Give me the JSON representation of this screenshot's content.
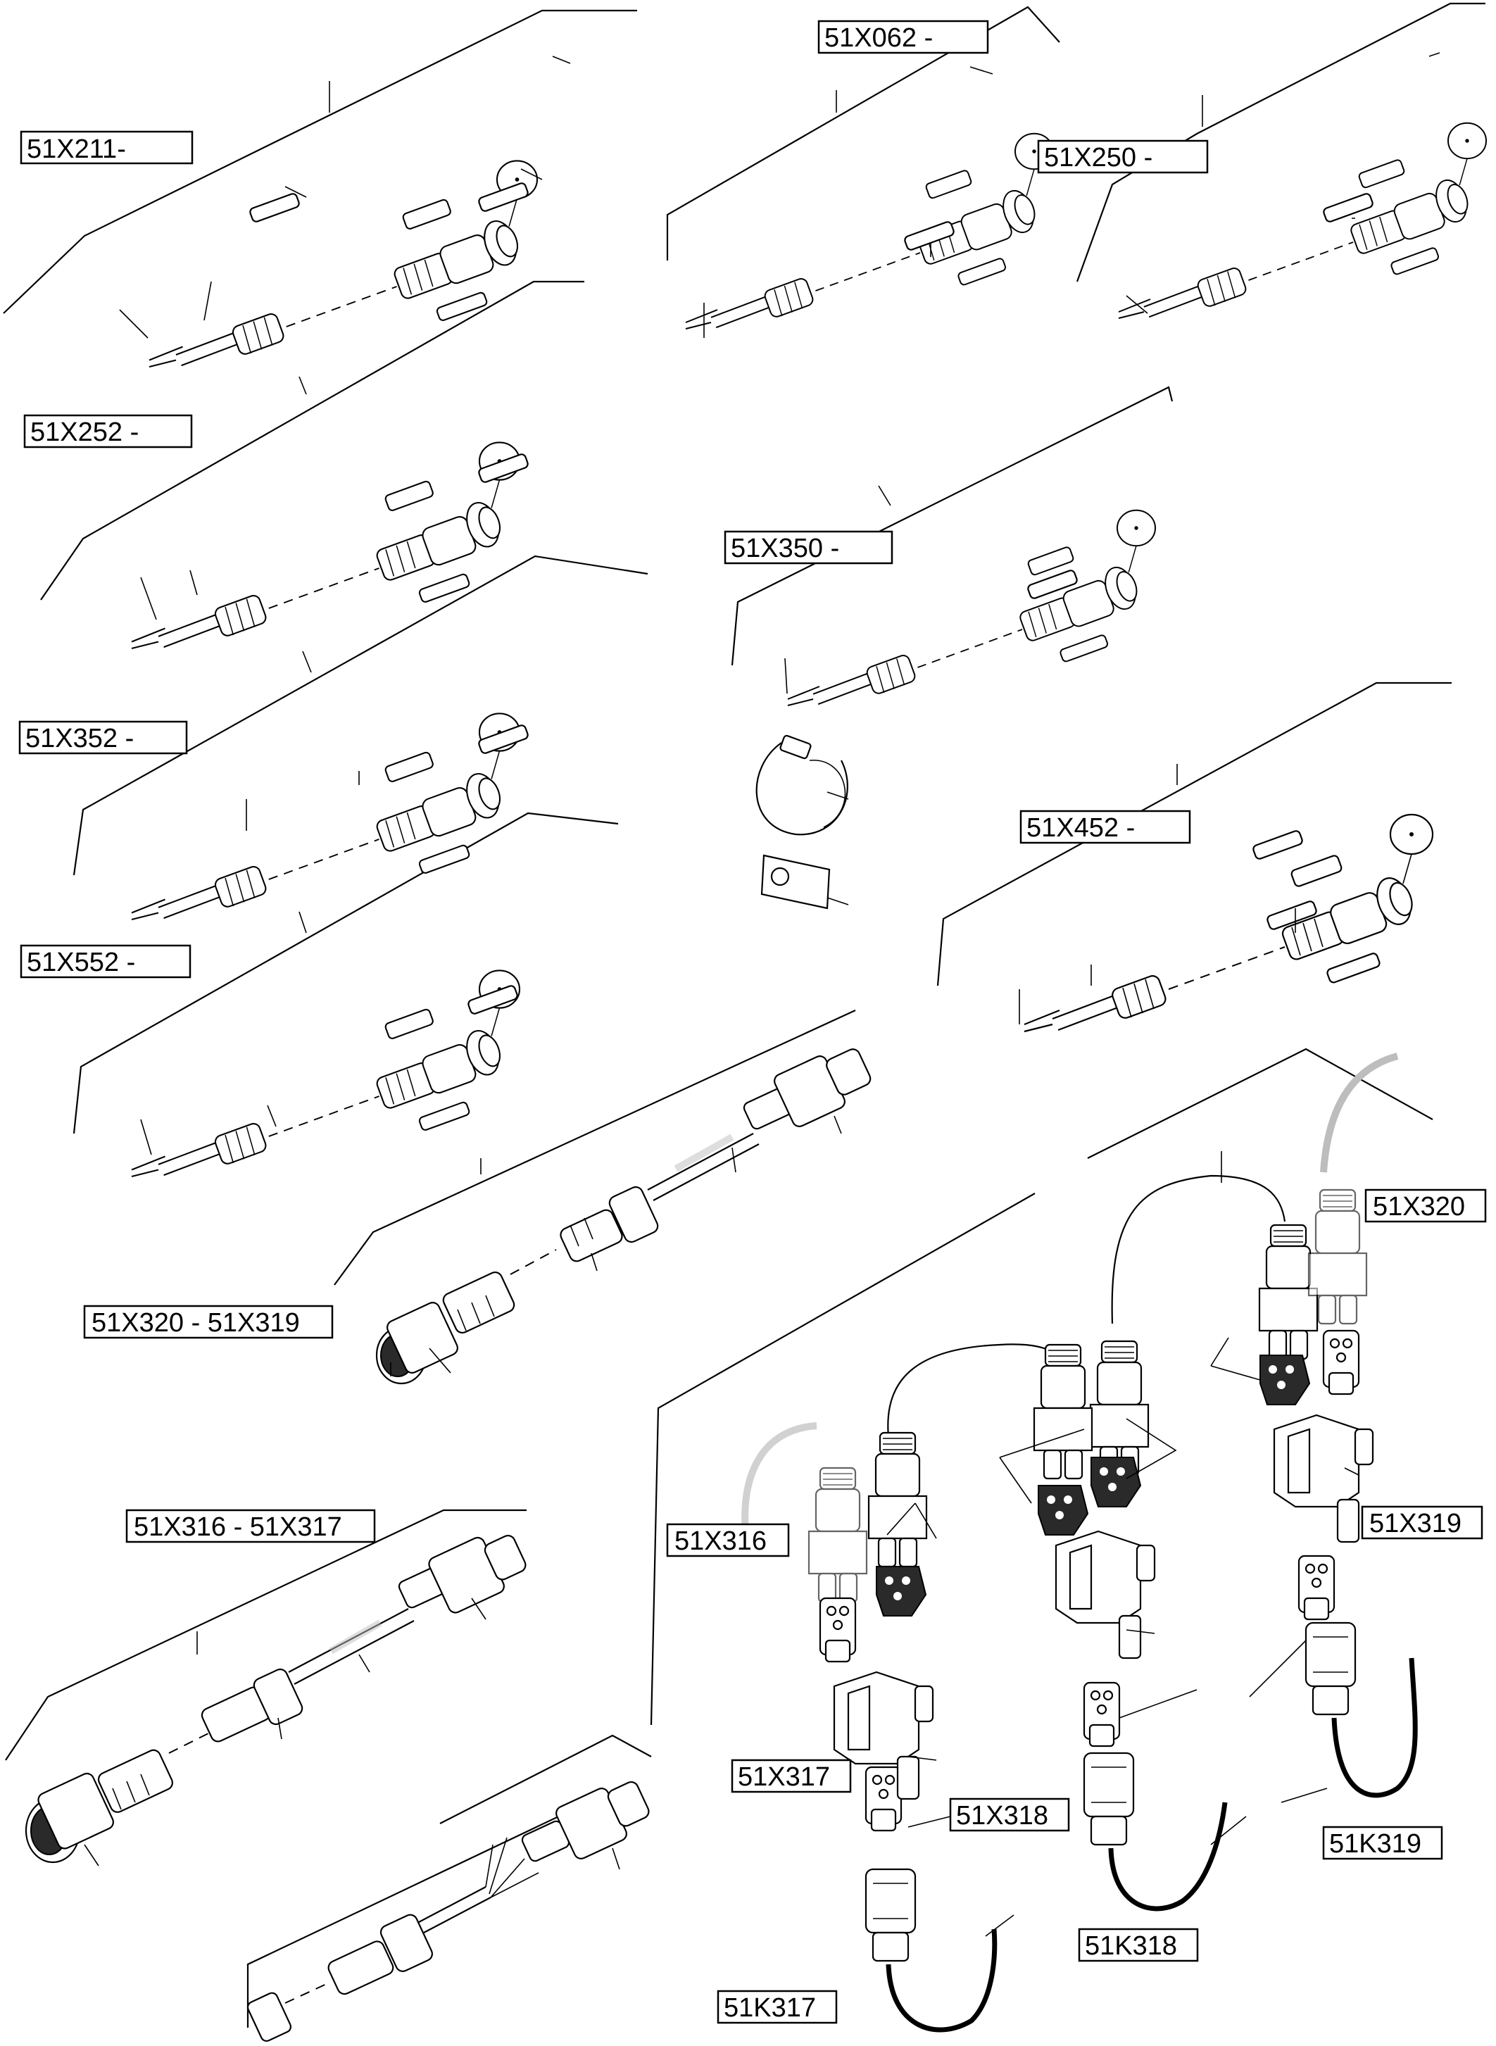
{
  "labels": [
    {
      "id": "l1",
      "text": "51X211-"
    },
    {
      "id": "l2",
      "text": "51X062 -"
    },
    {
      "id": "l3",
      "text": "51X250 -"
    },
    {
      "id": "l4",
      "text": "51X252 -"
    },
    {
      "id": "l5",
      "text": "51X350 -"
    },
    {
      "id": "l6",
      "text": "51X352 -"
    },
    {
      "id": "l7",
      "text": "51X452 -"
    },
    {
      "id": "l8",
      "text": "51X552 -"
    },
    {
      "id": "l9",
      "text": "51X320 - 51X319"
    },
    {
      "id": "l10",
      "text": "51X316 - 51X317"
    },
    {
      "id": "l11",
      "text": "51X320"
    },
    {
      "id": "l12",
      "text": "51X319"
    },
    {
      "id": "l13",
      "text": "51X316"
    },
    {
      "id": "l14",
      "text": "51X318"
    },
    {
      "id": "l15",
      "text": "51X317"
    },
    {
      "id": "l16",
      "text": "51K319"
    },
    {
      "id": "l17",
      "text": "51K318"
    },
    {
      "id": "l18",
      "text": "51K317"
    }
  ]
}
